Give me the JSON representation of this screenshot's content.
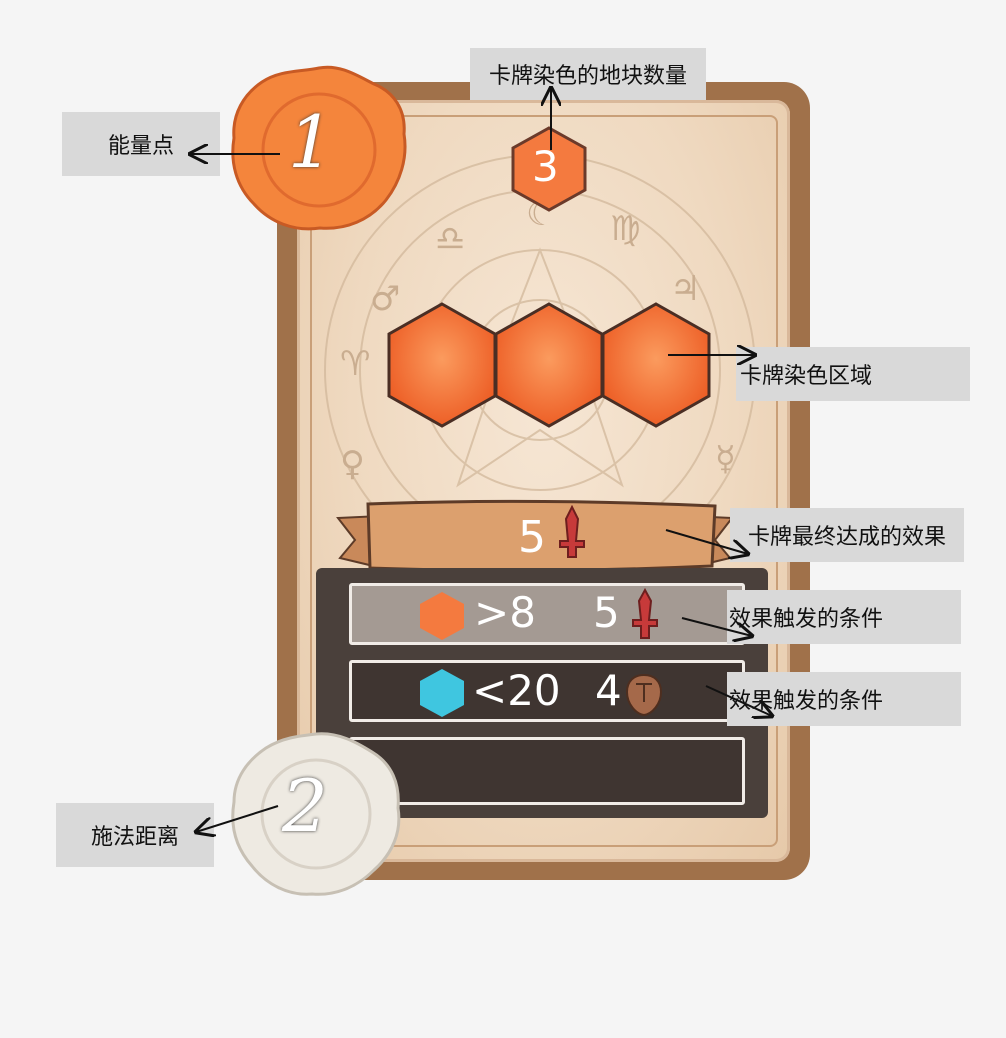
{
  "labels": {
    "energy_points": "能量点",
    "tile_count": "卡牌染色的地块数量",
    "dye_area": "卡牌染色区域",
    "final_effect": "卡牌最终达成的效果",
    "trigger_condition_1": "效果触发的条件",
    "trigger_condition_2": "效果触发的条件",
    "cast_distance": "施法距离"
  },
  "card": {
    "energy_cost": "1",
    "tile_count": "3",
    "cast_distance": "2",
    "final_effect_value": "5",
    "conditions": [
      {
        "hex_color": "#f47a3f",
        "comparison": ">8",
        "value": "5",
        "icon": "sword-icon"
      },
      {
        "hex_color": "#3fc6e0",
        "comparison": "<20",
        "value": "4",
        "icon": "shield-icon"
      }
    ]
  },
  "colors": {
    "card_border": "#a0714a",
    "orange_seal": "#f4853c",
    "white_seal": "#eeeae2",
    "sword_red": "#c73a3a",
    "shield_brown": "#a5694a"
  }
}
